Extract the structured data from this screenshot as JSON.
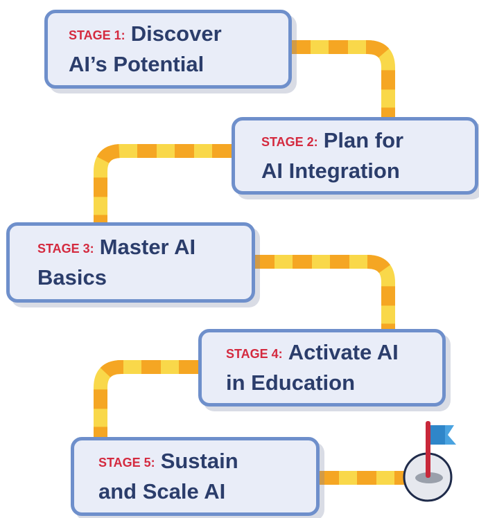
{
  "stages": [
    {
      "tag": "STAGE 1:",
      "line1": "Discover",
      "line2": "AI’s Potential"
    },
    {
      "tag": "STAGE 2:",
      "line1": "Plan for",
      "line2": "AI Integration"
    },
    {
      "tag": "STAGE 3:",
      "line1": "Master AI",
      "line2": "Basics"
    },
    {
      "tag": "STAGE 4:",
      "line1": "Activate AI",
      "line2": "in Education"
    },
    {
      "tag": "STAGE 5:",
      "line1": "Sustain",
      "line2": "and Scale AI"
    }
  ],
  "colors": {
    "road_yellow": "#f9d84a",
    "road_orange": "#f5a623",
    "box_fill": "#e9edf8",
    "box_border": "#6e8fcb",
    "text": "#2b3d6b",
    "tag": "#d42a3f",
    "flag": "#4aa3e0",
    "pole": "#c8283a"
  },
  "icons": [
    "finish-flag-icon"
  ]
}
